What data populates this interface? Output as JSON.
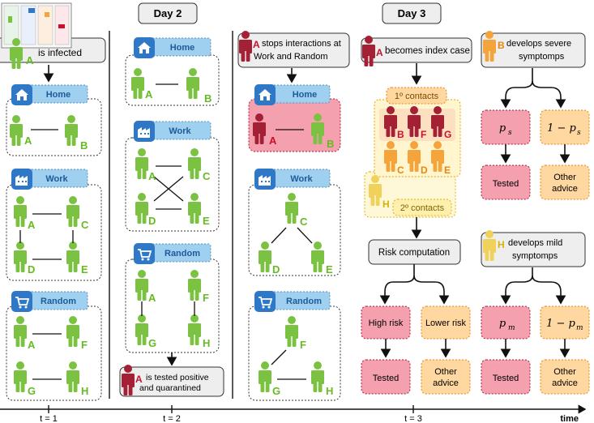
{
  "colors": {
    "person_green": "#7cc242",
    "person_red": "#a32035",
    "person_orange": "#f5a33b",
    "person_yellow": "#f0d25a",
    "label_green": "#66bb22",
    "label_red": "#c8102e",
    "label_orange": "#e8850c",
    "label_yellow": "#d8b400",
    "blue_label": "#9fd0f0",
    "blue_icon": "#2f78c8",
    "pink_box": "#f4a0ae",
    "orange_box": "#ffd7a0",
    "yellow_box": "#fff0b0",
    "gray_box": "#eeeeee"
  },
  "days": {
    "day2": "Day 2",
    "day3": "Day 3"
  },
  "time_axis": {
    "t1": "t = 1",
    "t2": "t = 2",
    "t3": "t = 3",
    "label": "time"
  },
  "letters": {
    "A": "A",
    "B": "B",
    "C": "C",
    "D": "D",
    "E": "E",
    "F": "F",
    "G": "G",
    "H": "H"
  },
  "locations": {
    "home": "Home",
    "work": "Work",
    "random": "Random"
  },
  "col1": {
    "infected_text": "is infected"
  },
  "col2": {
    "tested_line1": "is tested positive",
    "tested_line2": "and quarantined"
  },
  "col3": {
    "stops_line1": "stops interactions at",
    "stops_line2": "Work and Random"
  },
  "col4": {
    "index_case": "becomes index case",
    "primary_contacts": "1º contacts",
    "secondary_contacts": "2º contacts",
    "risk_computation": "Risk computation",
    "high_risk": "High risk",
    "lower_risk": "Lower risk",
    "tested": "Tested",
    "other_advice_1": "Other",
    "other_advice_2": "advice"
  },
  "col5": {
    "severe_line1": "develops severe",
    "severe_line2": "symptomps",
    "mild_line1": "develops mild",
    "mild_line2": "symptomps",
    "p_s": "p",
    "p_s_sub": "s",
    "one_minus_ps": "1 − p",
    "p_m": "p",
    "p_m_sub": "m",
    "one_minus_pm": "1 − p",
    "tested": "Tested",
    "other_1": "Other",
    "other_2": "advice"
  }
}
